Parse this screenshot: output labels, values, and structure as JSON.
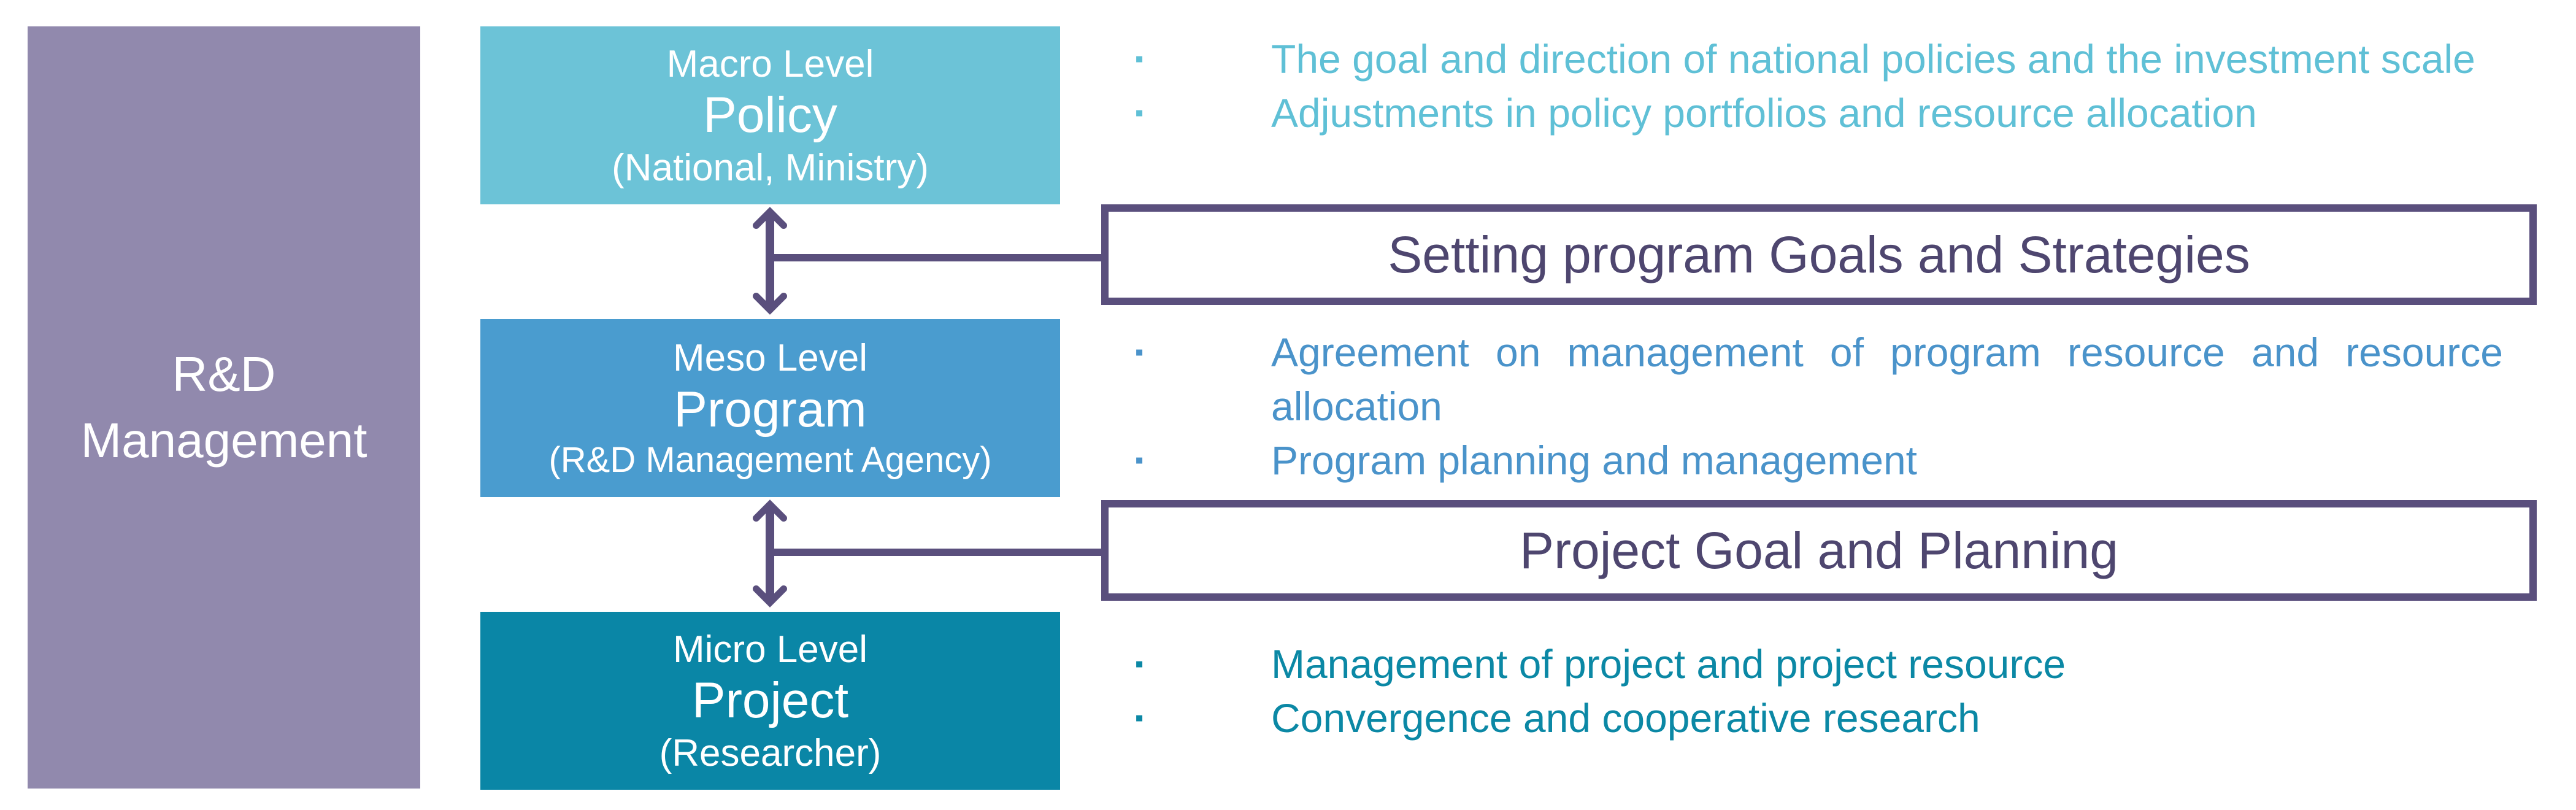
{
  "left_panel": {
    "line1": "R&D",
    "line2": "Management"
  },
  "levels": {
    "macro": {
      "level": "Macro Level",
      "name": "Policy",
      "org": "(National, Ministry)",
      "color": "#6cc3d7"
    },
    "meso": {
      "level": "Meso Level",
      "name": "Program",
      "org": "(R&D Management Agency)",
      "color": "#4a9ccf"
    },
    "micro": {
      "level": "Micro Level",
      "name": "Project",
      "org": "(Researcher)",
      "color": "#0a86a6"
    }
  },
  "bullets": {
    "macro": [
      "The goal and direction of national policies and the investment scale",
      "Adjustments in policy portfolios and resource allocation"
    ],
    "meso": [
      "Agreement on management of  program resource and resource allocation",
      "Program planning and management"
    ],
    "micro": [
      "Management of project and project resource",
      "Convergence and cooperative research"
    ]
  },
  "goals": {
    "program": "Setting program Goals and Strategies",
    "project": "Project Goal and Planning"
  },
  "colors": {
    "left_panel": "#9189ad",
    "connector": "#5a4f7d",
    "bullet_glyph": "▪"
  }
}
